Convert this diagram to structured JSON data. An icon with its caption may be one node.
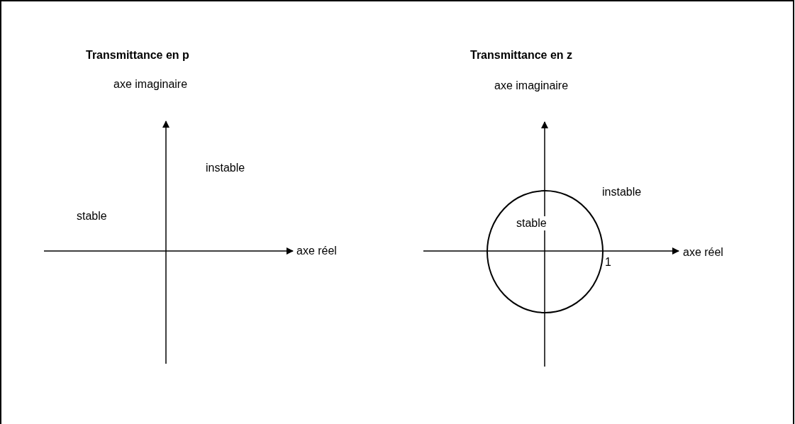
{
  "diagram": {
    "nodes": [
      {
        "text": [
          "stable"
        ]
      }
    ],
    "labels": [
      "Transmittance en p",
      "Transmittance en z",
      "axe imaginaire",
      "instable",
      "stable",
      "axe réel",
      "axe imaginaire",
      "instable",
      "axe réel",
      "1"
    ]
  }
}
